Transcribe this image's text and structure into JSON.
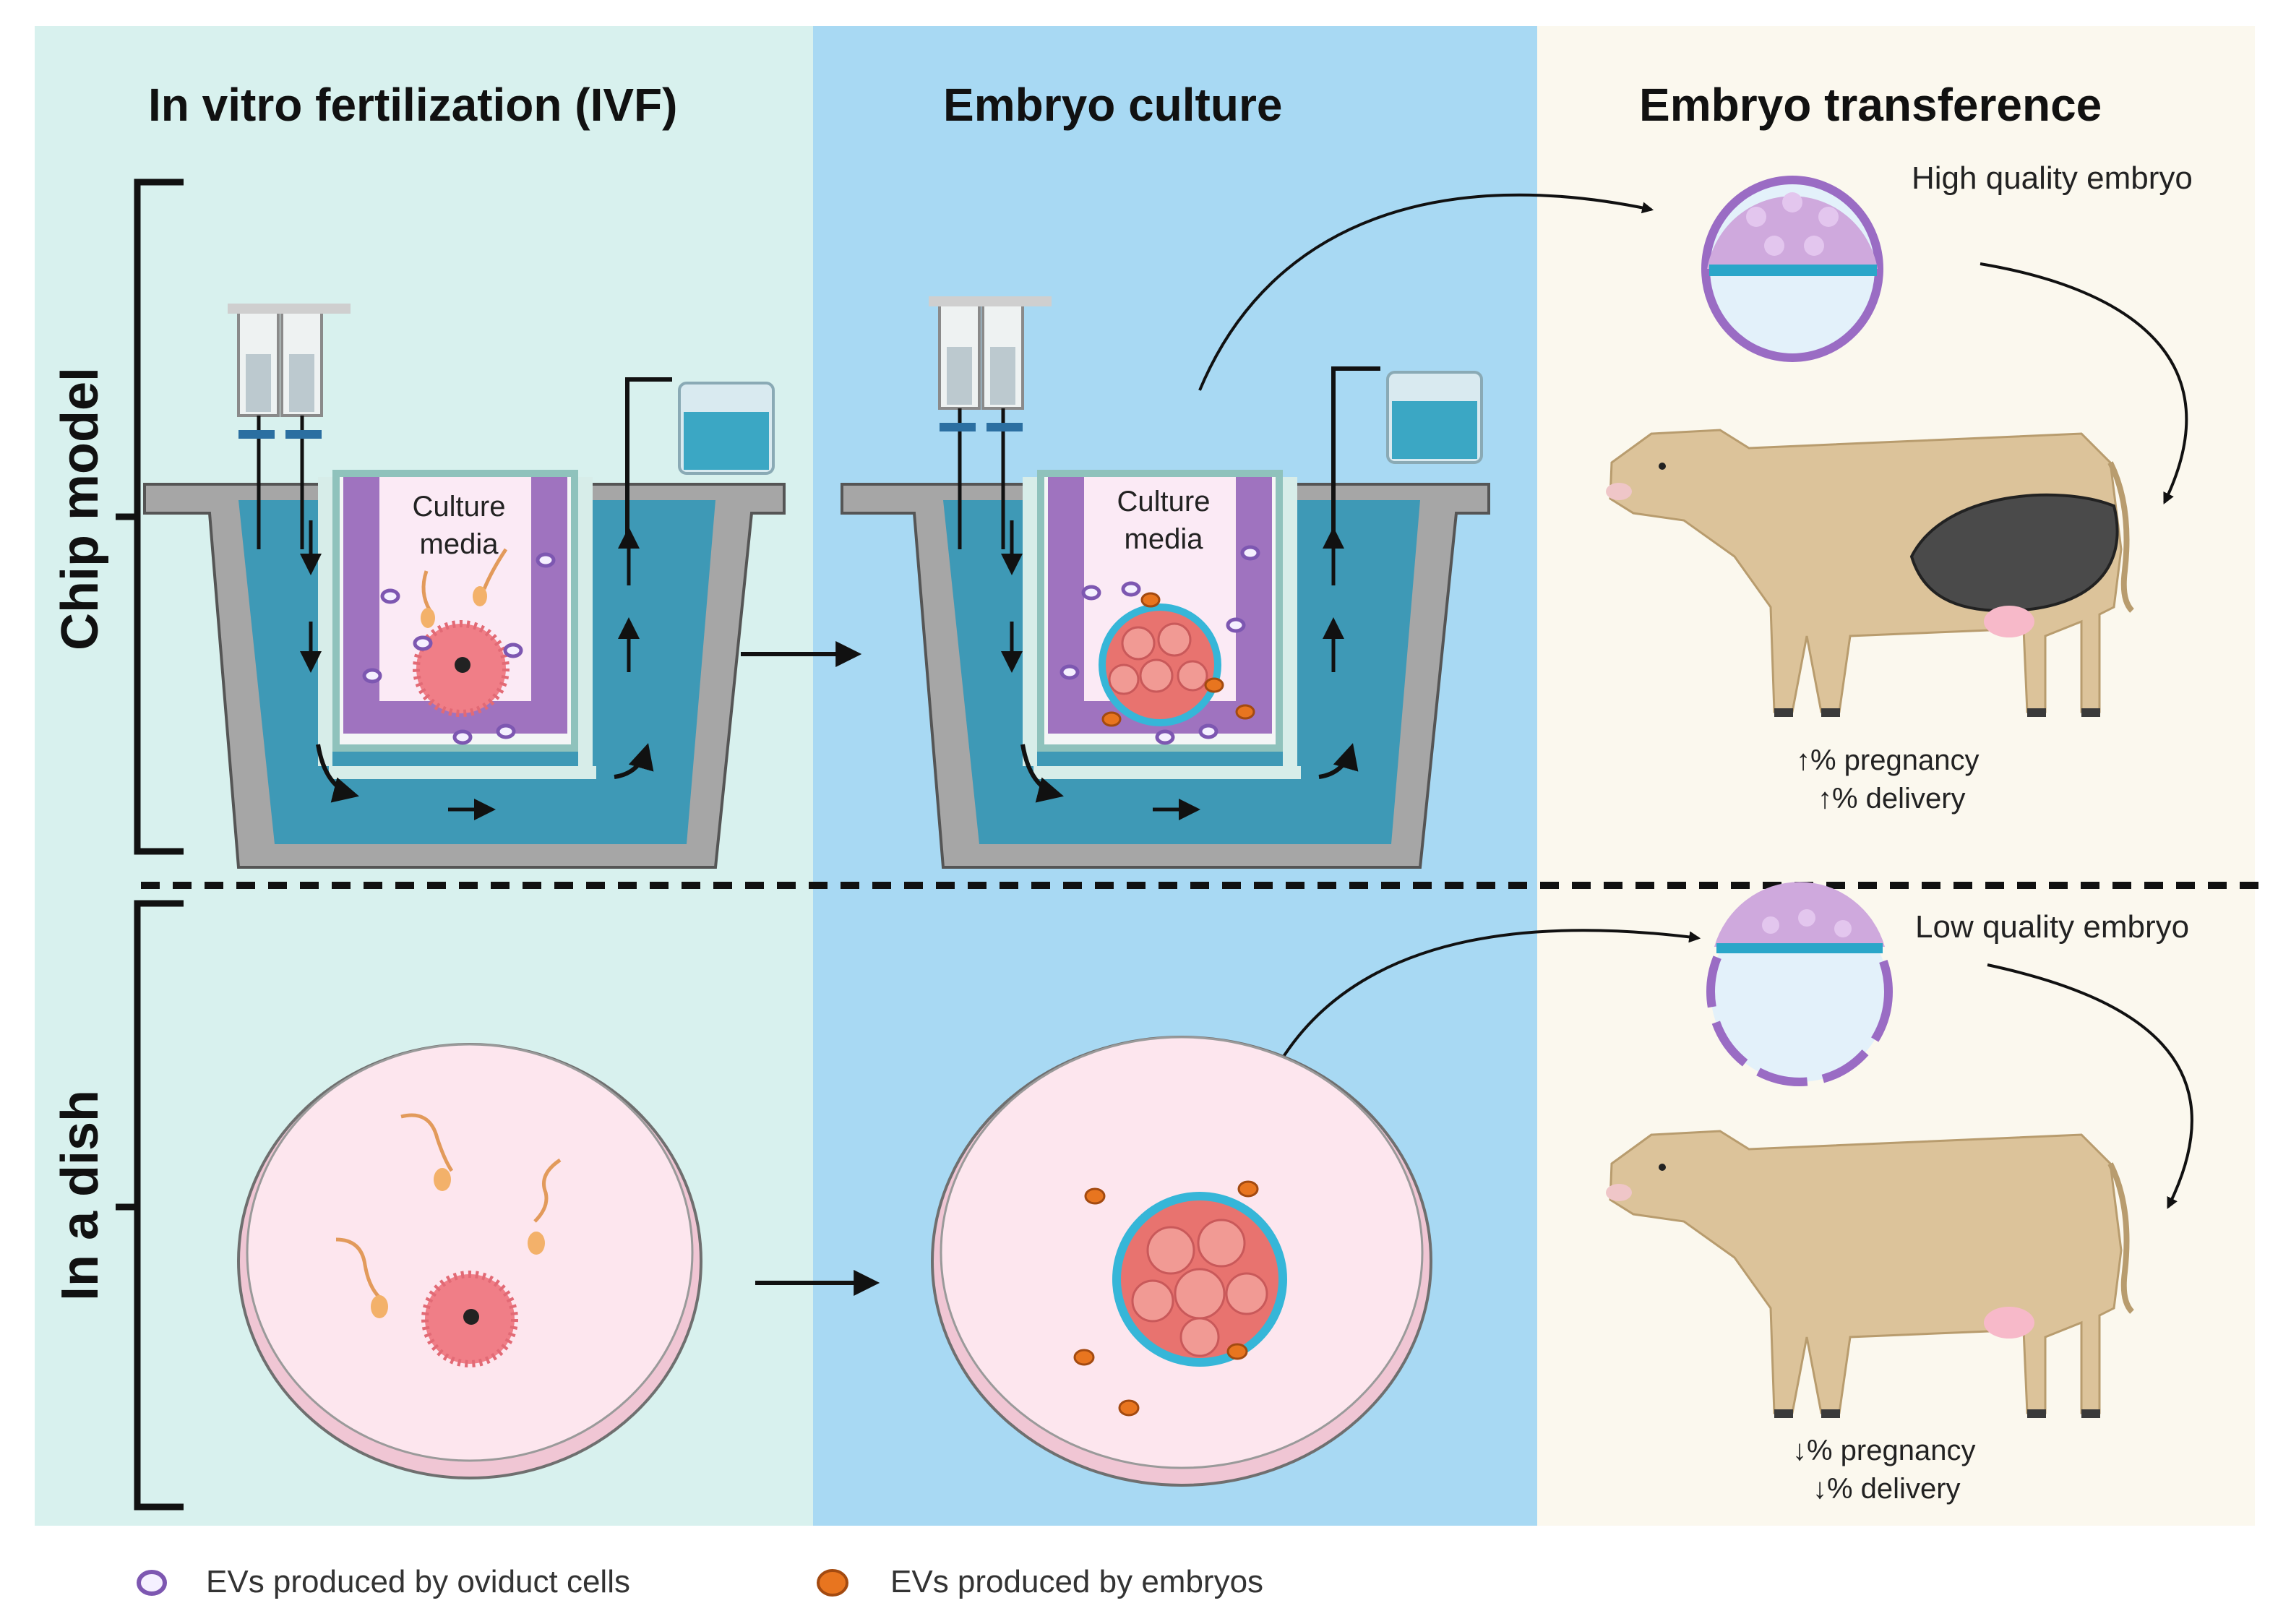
{
  "columns": {
    "ivf": "In vitro fertilization (IVF)",
    "culture": "Embryo culture",
    "transfer": "Embryo transference"
  },
  "rows": {
    "chip": "Chip model",
    "dish": "In a dish"
  },
  "media_label": "Culture media",
  "embryo_quality": {
    "high": "High quality embryo",
    "low": "Low  quality embryo"
  },
  "outcomes": {
    "high": {
      "pregnancy": "↑% pregnancy",
      "delivery": "↑% delivery"
    },
    "low": {
      "pregnancy": "↓% pregnancy",
      "delivery": "↓% delivery"
    }
  },
  "legend": {
    "oviduct": "EVs produced by oviduct cells",
    "embryo": "EVs produced by embryos"
  },
  "colors": {
    "panel_ivf": "#d8f1ee",
    "panel_culture": "#a8d9f3",
    "panel_transfer": "#fbf8ee",
    "chip_water": "#3e99b6",
    "epithelium": "#9f73bf",
    "oocyte": "#f07e87",
    "embryo": "#e8736f",
    "ev_oviduct": "#7d57b1",
    "ev_embryo": "#e8751f",
    "cow": "#dcc39a",
    "dish": "#fde6ee"
  }
}
